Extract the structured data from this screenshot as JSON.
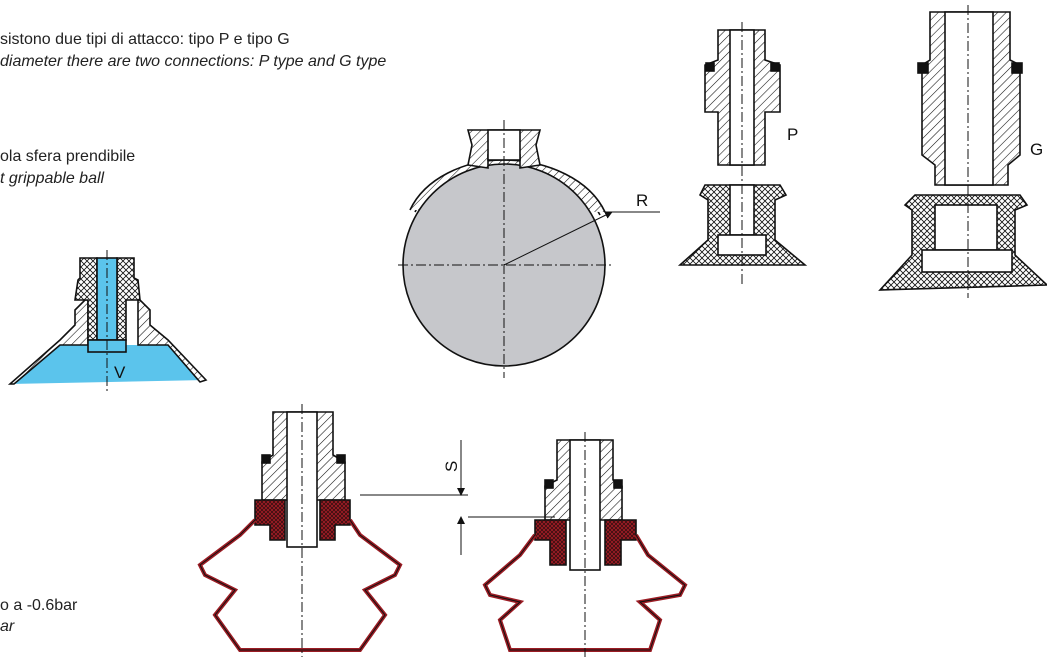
{
  "texts": {
    "line1_it": "sistono due tipi di attacco: tipo P e tipo G",
    "line1_en": "diameter there are two connections: P type and G type",
    "line2_it": "ola sfera prendibile",
    "line2_en": "t grippable ball",
    "line3_it": "o a -0.6bar",
    "line3_en": "ar"
  },
  "labels": {
    "P": "P",
    "G": "G",
    "R": "R",
    "V": "V",
    "S": "S"
  },
  "colors": {
    "vacuum_blue": "#5bc4ec",
    "ball_grey": "#c6c7cb",
    "rubber_red": "#9b1c24",
    "line": "#111111"
  }
}
